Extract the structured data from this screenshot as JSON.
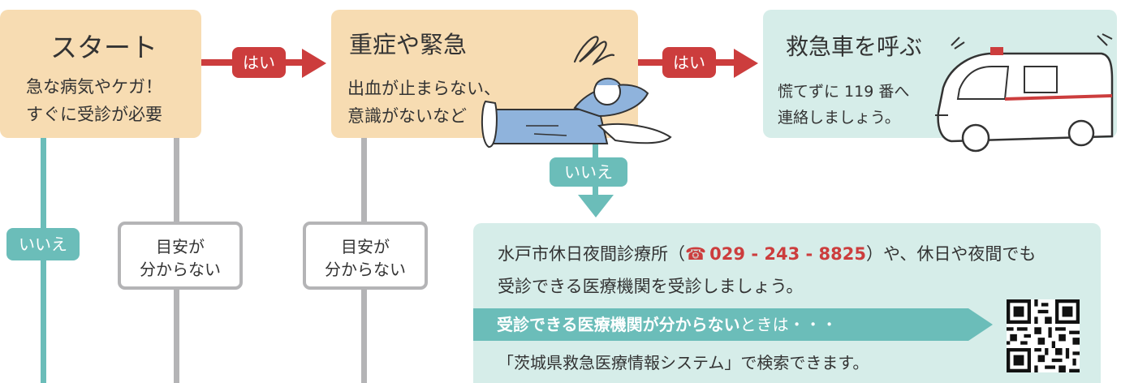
{
  "start": {
    "title": "スタート",
    "line1": "急な病気やケガ！",
    "line2": "すぐに受診が必要"
  },
  "severe": {
    "title": "重症や緊急",
    "line1": "出血が止まらない、",
    "line2": "意識がないなど"
  },
  "ambulance": {
    "title": "救急車を呼ぶ",
    "line1": "慌てずに 119 番へ",
    "line2": "連絡しましょう。"
  },
  "arrows": {
    "yes1": "はい",
    "yes2": "はい",
    "no_center": "いいえ",
    "no_left": "いいえ"
  },
  "unsure": {
    "box1": [
      "目安が",
      "分からない"
    ],
    "box2": [
      "目安が",
      "分からない"
    ]
  },
  "info": {
    "pre_phone": "水戸市休日夜間診療所（",
    "phone_icon": "☎",
    "phone": "029 - 243 - 8825",
    "post_phone": "）や、休日や夜間でも",
    "line2": "受診できる医療機関を受診しましょう。",
    "banner_bold": "受診できる医療機関が分からない",
    "banner_rest": "ときは・・・",
    "line3": "「茨城県救急医療情報システム」で検索できます。"
  },
  "colors": {
    "peach": "#f7dcb2",
    "mint": "#d6ede9",
    "teal": "#6bbdb9",
    "red": "#cc3d3d",
    "gray": "#b4b4b6"
  }
}
